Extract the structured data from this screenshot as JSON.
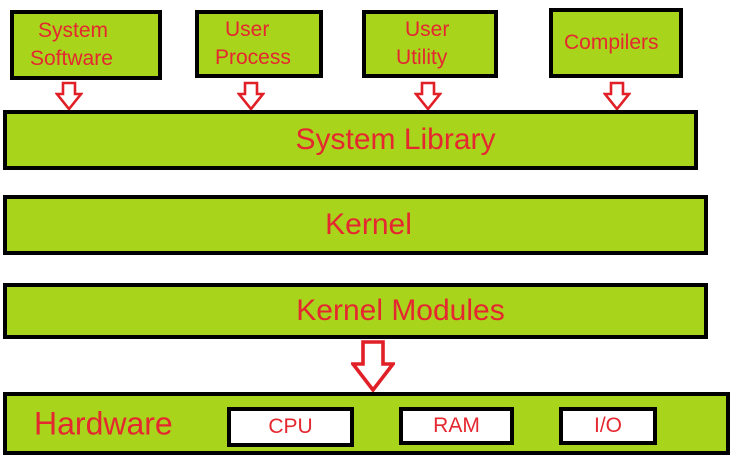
{
  "colors": {
    "box_fill_green": "#a8d41c",
    "border_black": "#000000",
    "text_red": "#e52730",
    "arrow_red": "#e01f26",
    "arrow_fill_white": "#ffffff"
  },
  "top_boxes": [
    {
      "name": "system-software",
      "line1": "System",
      "line2": "Software"
    },
    {
      "name": "user-process",
      "line1": "User",
      "line2": "Process"
    },
    {
      "name": "user-utility",
      "line1": "User",
      "line2": "Utility"
    },
    {
      "name": "compilers",
      "line1": "Compilers"
    }
  ],
  "layers": [
    {
      "name": "system-library",
      "label": "System Library"
    },
    {
      "name": "kernel",
      "label": "Kernel"
    },
    {
      "name": "kernel-modules",
      "label": "Kernel Modules"
    }
  ],
  "hardware": {
    "label": "Hardware",
    "components": [
      {
        "label": "CPU"
      },
      {
        "label": "RAM"
      },
      {
        "label": "I/O"
      }
    ]
  },
  "icons": {
    "down_arrow": "down-arrow"
  }
}
